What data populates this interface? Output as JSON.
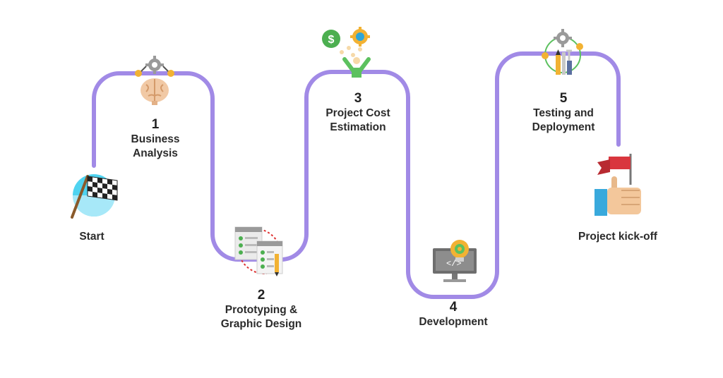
{
  "diagram": {
    "path_color": "#a18ae6",
    "steps": [
      {
        "key": "start",
        "number": "",
        "label_lines": [
          "Start"
        ]
      },
      {
        "key": "business",
        "number": "1",
        "label_lines": [
          "Business",
          "Analysis"
        ]
      },
      {
        "key": "prototyping",
        "number": "2",
        "label_lines": [
          "Prototyping &",
          "Graphic Design"
        ]
      },
      {
        "key": "cost",
        "number": "3",
        "label_lines": [
          "Project Cost",
          "Estimation"
        ]
      },
      {
        "key": "development",
        "number": "4",
        "label_lines": [
          "Development"
        ]
      },
      {
        "key": "testing",
        "number": "5",
        "label_lines": [
          "Testing and",
          "Deployment"
        ]
      },
      {
        "key": "kickoff",
        "number": "",
        "label_lines": [
          "Project kick-off"
        ]
      }
    ],
    "icons": {
      "start": "checkered-flag-globe-icon",
      "business": "brain-gear-icon",
      "prototyping": "wireframe-pages-icon",
      "cost": "money-gear-person-icon",
      "development": "code-monitor-bulb-icon",
      "testing": "tools-gear-icon",
      "kickoff": "thumbs-up-flag-icon"
    }
  }
}
